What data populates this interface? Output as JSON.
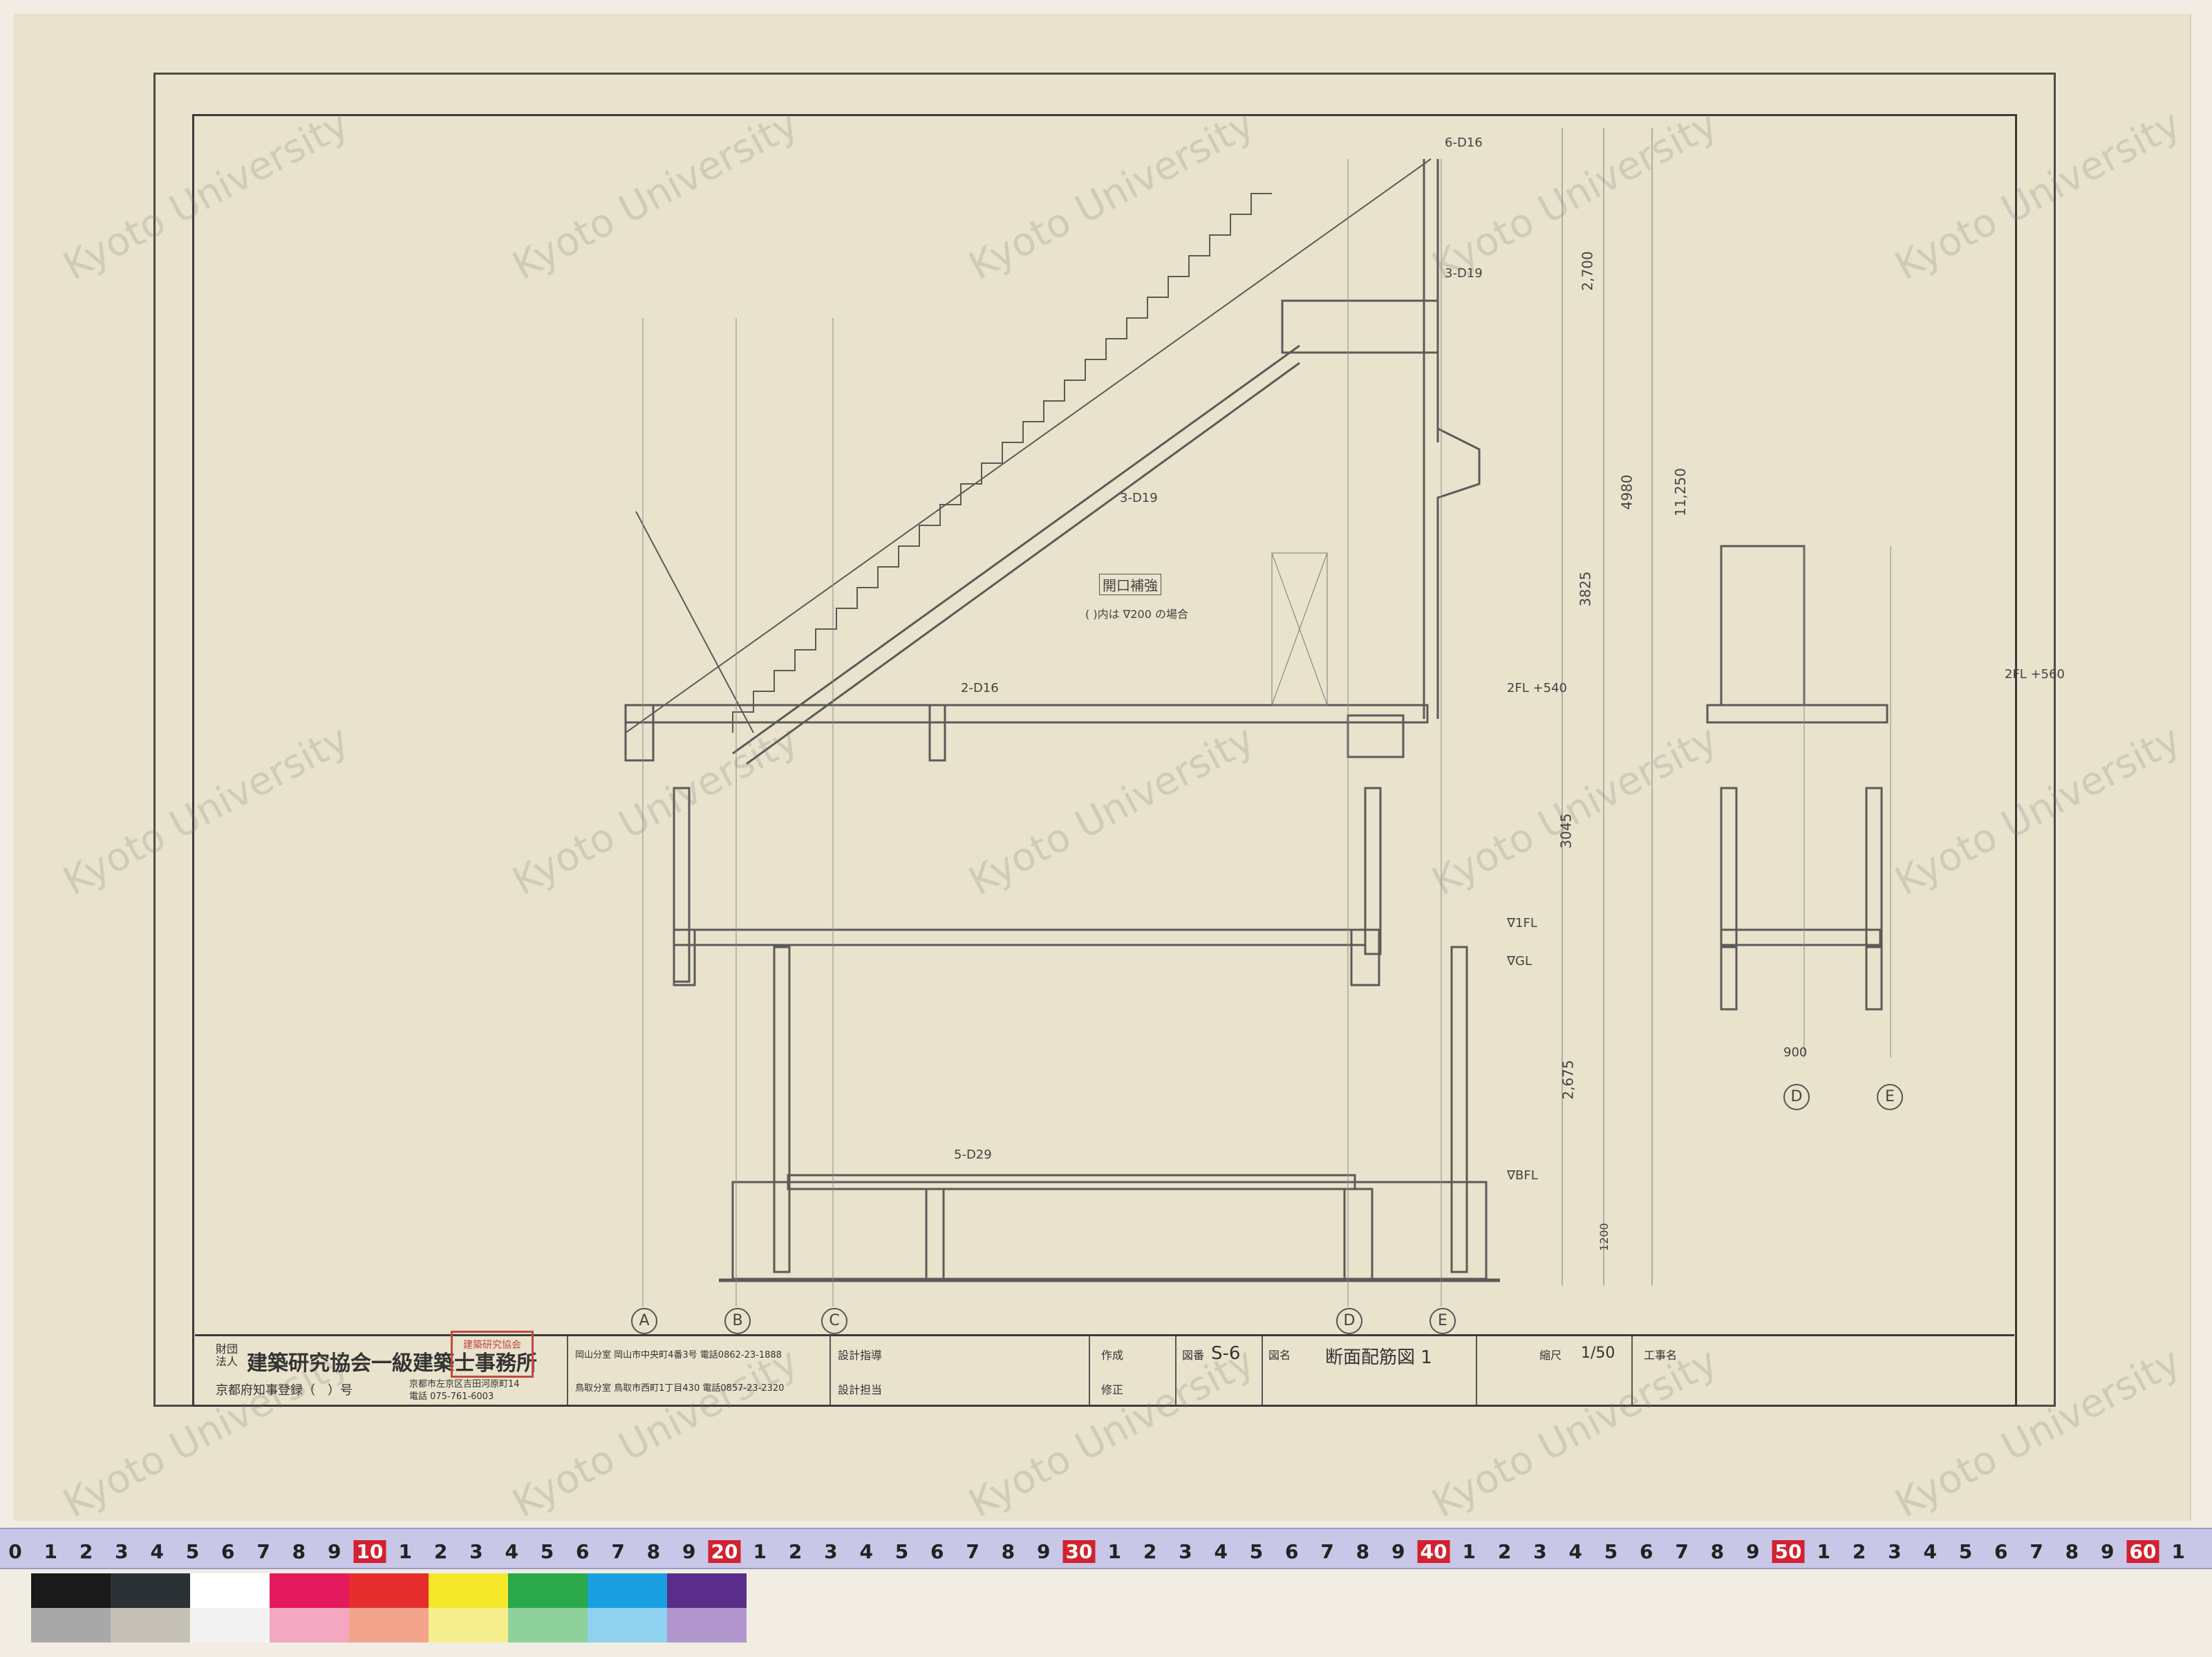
{
  "watermark": "Kyoto University",
  "grid_bubbles_main": [
    "A",
    "B",
    "C",
    "D",
    "E"
  ],
  "grid_bubbles_detail": [
    "D",
    "E"
  ],
  "title_block": {
    "firm_prefix": "財団法人",
    "firm_name": "建築研究協会一級建築士事務所",
    "registration": "京都府知事登録（　）号",
    "kyoto_address": "京都市左京区吉田河原町14",
    "kyoto_phone": "電話 075-761-6003",
    "okayama_office": "岡山分室 岡山市中央町4番3号 電話0862-23-1888",
    "tottori_office": "鳥取分室 鳥取市西町1丁目430 電話0857-23-2320",
    "design_guidance_label": "設計指導",
    "design_manager_label": "設計担当",
    "author_label": "作成",
    "revision_label": "修正",
    "drawing_no_label": "図番",
    "drawing_no": "S-6",
    "drawing_name_label": "図名",
    "drawing_name": "断面配筋図 1",
    "scale_label": "縮尺",
    "scale": "1/50",
    "project_label": "工事名",
    "stamp": "建築研究協会"
  },
  "notes": {
    "opening_reinforcement": "開口補強",
    "opening_note": "( )内は ∇200 の場合",
    "fl2": "2FL +540",
    "fl1": "∇1FL",
    "gl": "∇GL",
    "bfl": "∇BFL",
    "fl2_detail": "2FL +560",
    "top_bar": "6-D16",
    "bar_d19": "3-D19",
    "bar_d16": "2-D16",
    "bar_d29": "5-D29",
    "dim_total": "11,250",
    "dim_4980": "4980",
    "dim_3825": "3825",
    "dim_2700": "2,700",
    "dim_3045": "3045",
    "dim_2675": "2,675",
    "dim_1200": "1200",
    "dim_900": "900"
  },
  "ruler": {
    "labels": [
      "0",
      "1",
      "2",
      "3",
      "4",
      "5",
      "6",
      "7",
      "8",
      "9",
      "10",
      "1",
      "2",
      "3",
      "4",
      "5",
      "6",
      "7",
      "8",
      "9",
      "20",
      "1",
      "2",
      "3",
      "4",
      "5",
      "6",
      "7",
      "8",
      "9",
      "30",
      "1",
      "2",
      "3",
      "4",
      "5",
      "6",
      "7",
      "8",
      "9",
      "40",
      "1",
      "2",
      "3",
      "4",
      "5",
      "6",
      "7",
      "8",
      "9",
      "50",
      "1",
      "2",
      "3",
      "4",
      "5",
      "6",
      "7",
      "8",
      "9",
      "60",
      "1"
    ],
    "unit": "1cm"
  },
  "colors": {
    "swatches_top": [
      "#1a1a1a",
      "#2b3236",
      "#ffffff",
      "#e5195e",
      "#e62d2d",
      "#f5e72a",
      "#2aa84a",
      "#1aa0e0",
      "#5a2d8a"
    ],
    "swatches_bottom": [
      "#a8a8a8",
      "#c5c0b6",
      "#f3f3f3",
      "#f3a7c0",
      "#f4a48c",
      "#f6ef8e",
      "#8fd19a",
      "#8fd1ef",
      "#b096cc"
    ]
  }
}
